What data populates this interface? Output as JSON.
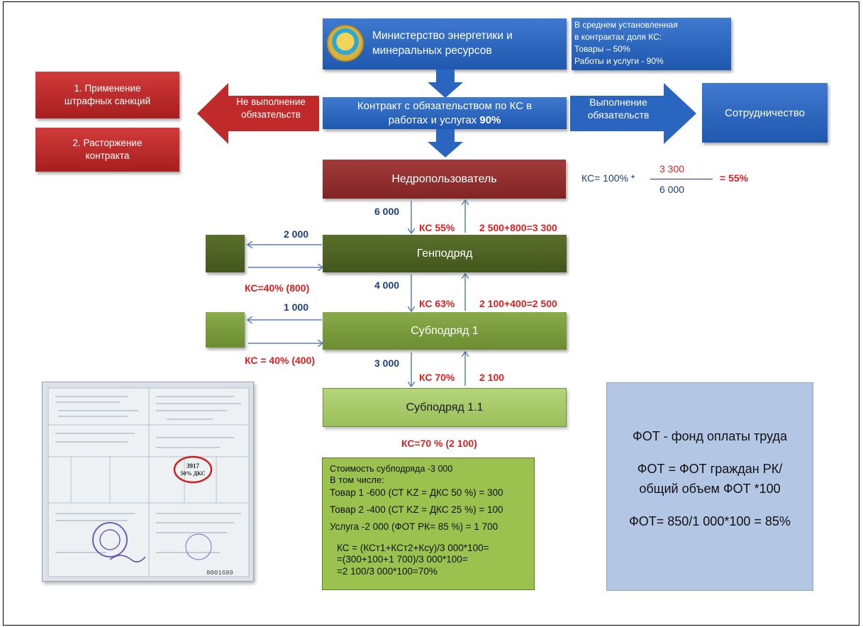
{
  "ministry": {
    "line1": "Министерство энергетики и",
    "line2": "минеральных ресурсов"
  },
  "info": {
    "line1": "В среднем установленная",
    "line2": "в контрактах  доля КС:",
    "line3": "Товары – 50%",
    "line4": "Работы и услуги - 90%"
  },
  "contract": {
    "line1": "Контракт с обязательством по КС в",
    "line2_prefix": "работах и услугах ",
    "line2_bold": "90%"
  },
  "fail_arrow": {
    "line1": "Не выполнение",
    "line2": "обязательств"
  },
  "success_arrow": {
    "line1": "Выполнение",
    "line2": "обязательств"
  },
  "cooperation": "Сотрудничество",
  "penalty1": {
    "line1": "1. Применение",
    "line2": "штрафных санкций"
  },
  "penalty2": {
    "line1": "2. Расторжение",
    "line2": "контракта"
  },
  "subsoil_user": "Недропользователь",
  "formula": {
    "prefix": "КС= 100%  *",
    "numerator": "3 300",
    "denominator": "6 000",
    "result": "= 55%"
  },
  "general_contract": "Генподряд",
  "subcontract1": "Субподряд 1",
  "subcontract11": "Субподряд  1.1",
  "flow": {
    "v1": "6 000",
    "ks1": "КС 55%",
    "sum1": "2 500+800=3  300",
    "v2": "2 000",
    "ks_side1": "КС=40% (800)",
    "v3": "4 000",
    "ks2": "КС 63%",
    "sum2": "2 100+400=2  500",
    "v4": "1 000",
    "ks_side2": "КС = 40% (400)",
    "v5": "3 000",
    "ks3": "КС 70%",
    "sum3": "2 100",
    "ks_bottom": "КС=70 % (2 100)"
  },
  "calc": {
    "l1": "Стоимость субподряда -3 000",
    "l2": "В том числе:",
    "l3": "Товар 1 -600 (СТ KZ =  ДКС 50 %) = 300",
    "l4": "Товар 2 -400 (СТ KZ =  ДКС 25 %) = 100",
    "l5": "Услуга  -2 000 (ФОТ РК= 85 %)  = 1 700",
    "l6": "КС = (КСт1+КСт2+Ксу)/3 000*100=",
    "l7": "=(300+100+1 700)/3 000*100=",
    "l8": "=2 100/3 000*100=70%"
  },
  "fot": {
    "l1": "ФОТ - фонд оплаты труда",
    "l2": "ФОТ =  ФОТ граждан РК/",
    "l3": "общий объем ФОТ *100",
    "l4": "ФОТ= 850/1 000*100 = 85%"
  },
  "certificate": {
    "stamp_line1": "3917",
    "stamp_line2": "50% ДКС",
    "serial": "0001689"
  },
  "colors": {
    "blue": "#2a66bf",
    "red": "#c12a2a",
    "dark_red": "#8f2e2e",
    "dark_green": "#4d6223",
    "mid_green": "#7b9c3c",
    "light_green": "#a8c96a",
    "highlight_red": "#e02020",
    "number_blue": "#1c3f7a"
  }
}
